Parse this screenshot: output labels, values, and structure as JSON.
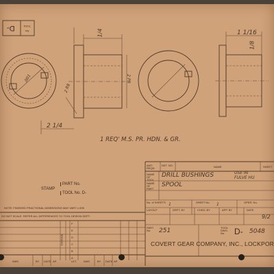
{
  "tool_tab": {
    "prefix": "D-",
    "label_line1": "TOOL",
    "label_line2": "No."
  },
  "notes": {
    "material": "1 REQ' M.S. PR. HDN. & GR."
  },
  "dimensions": {
    "d1": "1/4",
    "d2": "2 1/4",
    "d3": ".001",
    "d4": "2 R8",
    "d5": "2 PR",
    "d6": "1 1/16",
    "d7": "1/8"
  },
  "stamp": {
    "label": "STAMP",
    "part_label": "PART No.",
    "tool_label": "TOOL No. D-"
  },
  "note_text": "NOTE: FINISHED FRACTIONAL DIMENSIONS MAY VARY ±.005",
  "scale_text": "DO NOT SCALE. REFER ALL DIFFERENCES TO TOOL DESIGN DEPT.",
  "change_letters": [
    "F",
    "E",
    "D",
    "C",
    "B",
    "A"
  ],
  "change_label": "CHANGE",
  "revision_cols": [
    "WAS",
    "BY",
    "DATE",
    "AP.",
    "LET.",
    "WAS",
    "BY",
    "DATE",
    "AP."
  ],
  "title_block": {
    "header": [
      "AMT. REQD.",
      "DET. NO.",
      "NAME",
      "SHEET"
    ],
    "name_of_tool_label": "NAME OF TOOL",
    "name_of_tool": "DRILL BUSHINGS",
    "use_in": "USE IN",
    "use_in_value": "FULVE HU",
    "name_of_part_label": "NAME OF PART",
    "name_of_part": "SPOOL",
    "sheet_labels": [
      "No. of SHEETS",
      "SHEET No.",
      "OPER. No."
    ],
    "sheet_values": [
      "1",
      "1",
      ""
    ],
    "row_labels": [
      "LAYOUT",
      "DRFT. BY",
      "CHKD. BY",
      "APP. BY",
      "DATE"
    ],
    "row_values": [
      "",
      "",
      "",
      "",
      "9/2"
    ],
    "part_no_label": "PART No.",
    "part_no": "251",
    "tool_dwg_label": "TOOL DWG. No.",
    "tool_dwg_prefix": "D-",
    "tool_dwg_no": "5048",
    "company": "COVERT GEAR COMPANY, INC., LOCKPORT, N"
  }
}
